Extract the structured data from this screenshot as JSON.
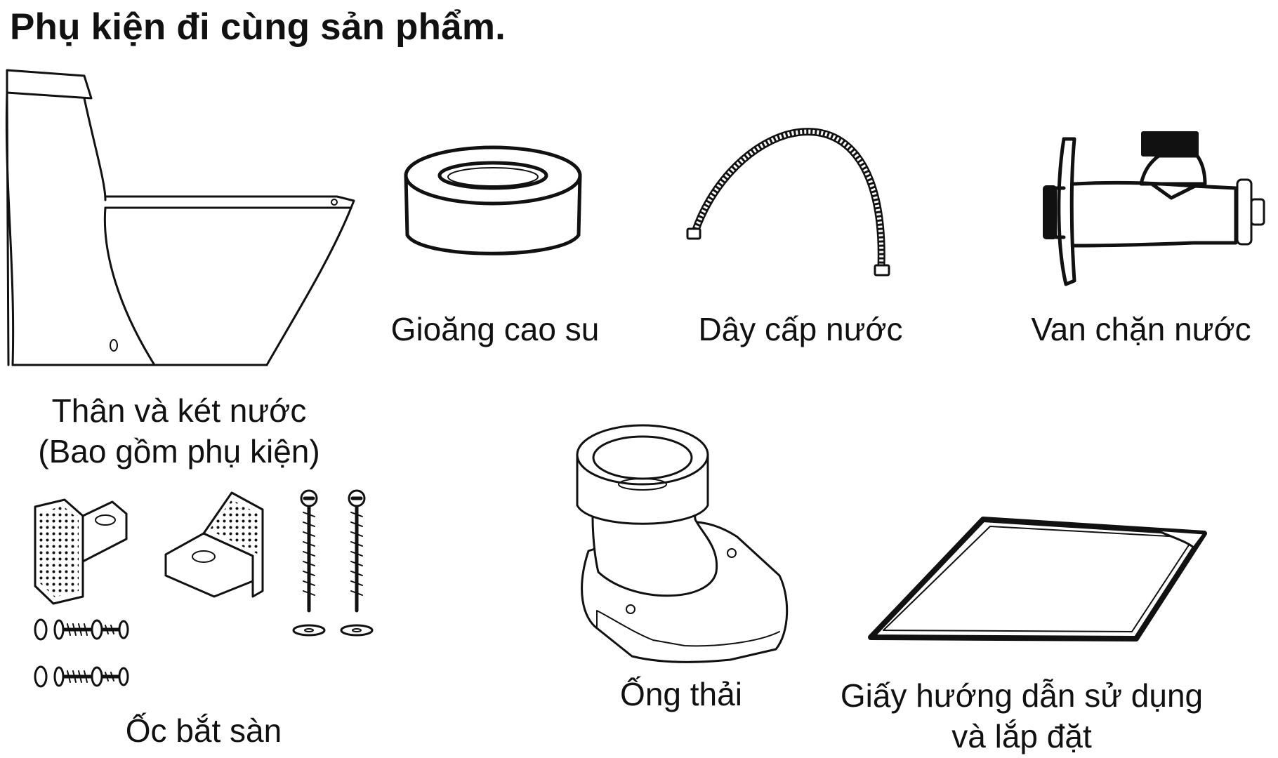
{
  "title": "Phụ kiện đi cùng sản phẩm.",
  "items": {
    "body_tank": {
      "line1": "Thân và két nước",
      "line2": "(Bao gồm phụ kiện)",
      "icon": "toilet-body-icon"
    },
    "gasket": {
      "label": "Gioăng cao su",
      "icon": "rubber-gasket-icon"
    },
    "hose": {
      "label": "Dây cấp nước",
      "icon": "water-hose-icon"
    },
    "valve": {
      "label": "Van chặn nước",
      "icon": "stop-valve-icon"
    },
    "floor_screws": {
      "label": "Ốc bắt sàn",
      "icon": "floor-screws-icon"
    },
    "drain_pipe": {
      "label": "Ống thải",
      "icon": "drain-pipe-icon"
    },
    "manual": {
      "line1": "Giấy hướng dẫn sử dụng",
      "line2": "và lắp đặt",
      "icon": "manual-sheet-icon"
    }
  }
}
